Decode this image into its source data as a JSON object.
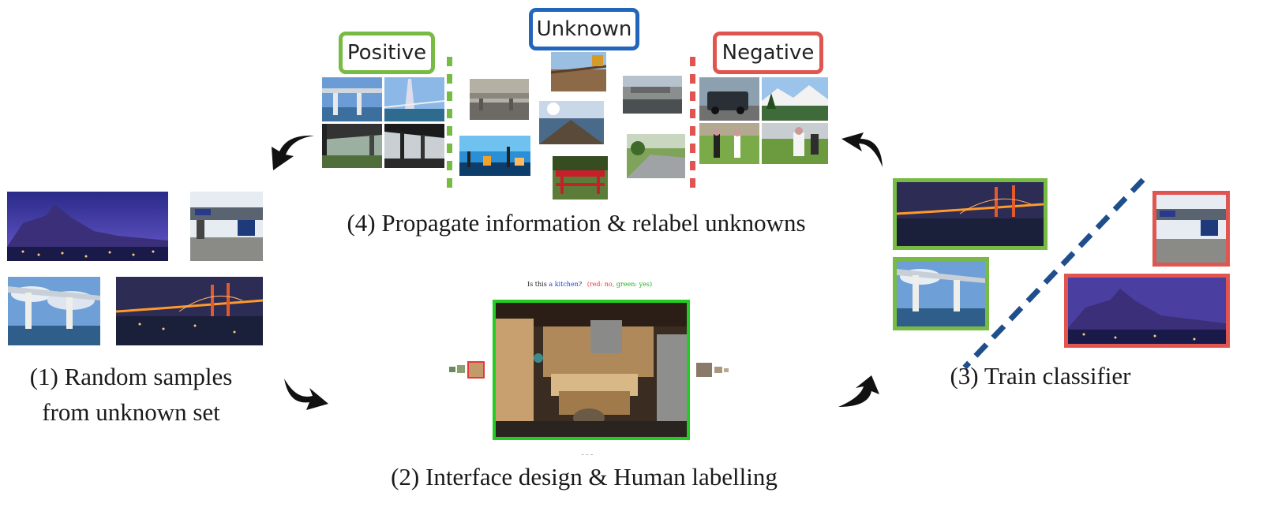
{
  "labels": {
    "positive": "Positive",
    "unknown": "Unknown",
    "negative": "Negative"
  },
  "captions": {
    "step1_line1": "(1) Random samples",
    "step1_line2": "from unknown set",
    "step2": "(2) Interface design & Human labelling",
    "step3": "(3) Train classifier",
    "step4": "(4) Propagate information & relabel unknowns"
  },
  "interface": {
    "question_prefix": "Is this ",
    "question_word": "a kitchen",
    "question_mark": "?",
    "red_no": "(red: no,",
    "green_yes": "green: yes)",
    "footer": "~ ~ ~"
  },
  "colors": {
    "positive": "#77bb44",
    "unknown": "#2266bb",
    "negative": "#e0554f",
    "separator": "#1f4e8c",
    "arrow": "#111111"
  }
}
